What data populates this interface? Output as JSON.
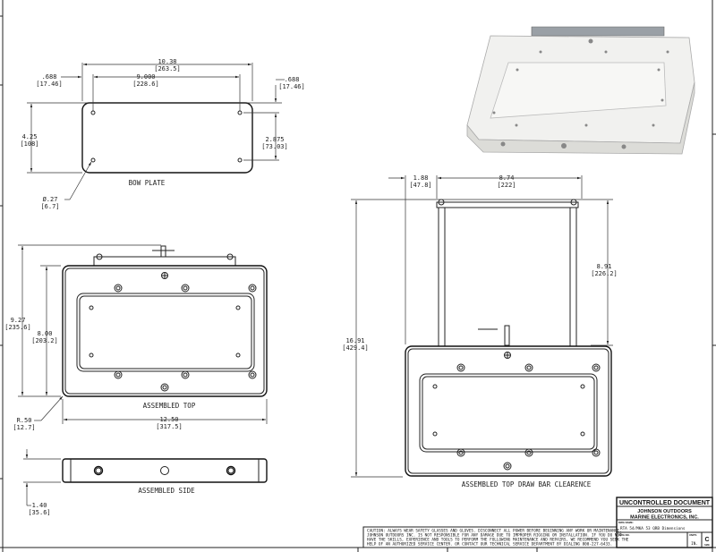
{
  "bow_plate": {
    "title": "BOW PLATE",
    "width_in": "10.38",
    "width_mm": "[263.5]",
    "hole_span_in": "9.000",
    "hole_span_mm": "[228.6]",
    "left_offset_in": ".688",
    "left_offset_mm": "[17.46]",
    "top_offset_in": ".688",
    "top_offset_mm": "[17.46]",
    "height_in": "4.25",
    "height_mm": "[108]",
    "hole_vspan_in": "2.875",
    "hole_vspan_mm": "[73.03]",
    "hole_dia_in": "Ø.27",
    "hole_dia_mm": "[6.7]"
  },
  "assembled_top": {
    "title": "ASSEMBLED TOP",
    "overall_h_in": "9.27",
    "overall_h_mm": "[235.6]",
    "plate_h_in": "8.00",
    "plate_h_mm": "[203.2]",
    "width_in": "12.50",
    "width_mm": "[317.5]",
    "radius_in": "R.50",
    "radius_mm": "[12.7]"
  },
  "assembled_side": {
    "title": "ASSEMBLED SIDE",
    "thickness_in": "1.40",
    "thickness_mm": "[35.6]"
  },
  "draw_bar": {
    "title": "ASSEMBLED TOP DRAW BAR CLEARENCE",
    "offset_in": "1.88",
    "offset_mm": "[47.8]",
    "rod_span_in": "8.74",
    "rod_span_mm": "[222]",
    "extension_in": "8.91",
    "extension_mm": "[226.2]",
    "total_in": "16.91",
    "total_mm": "[429.4]"
  },
  "caution": [
    "CAUTION: ALWAYS WEAR SAFETY GLASSES AND GLOVES.  DISCONNECT ALL POWER BEFORE BEGINNING ANY WORK OR MAINTENANCE.",
    "JOHNSON OUTDOORS INC. IS NOT RESPONSIBLE FOR ANY DAMAGE DUE TO IMPROPER RIGGING OR INSTALLATION.   IF YOU DO NOT",
    "HAVE THE SKILLS, EXPERIENCE AND TOOLS TO PERFORM THE FOLLOWING MAINTENANCE AND REPAIRS, WE RECOMMEND YOU SEEK THE",
    "HELP OF AN AUTHORIZED SERVICE CENTER.  OR CONTACT OUR TECHNICAL SERVICE DEPARTMENT BY DIALING 800-227-6433."
  ],
  "title_block": {
    "status": "UNCONTROLLED DOCUMENT",
    "company_line1": "JOHNSON OUTDOORS",
    "company_line2": "MARINE ELECTRONICS, INC.",
    "dwg_name_label": "DWG NAME:",
    "dwg_name": "RTA 54/MKA 53 QRB Dimensions",
    "dwg_no_label": "DWG NO.",
    "units_label": "UNITS",
    "units": "IN.",
    "size_label": "SIZE",
    "size": "C"
  }
}
